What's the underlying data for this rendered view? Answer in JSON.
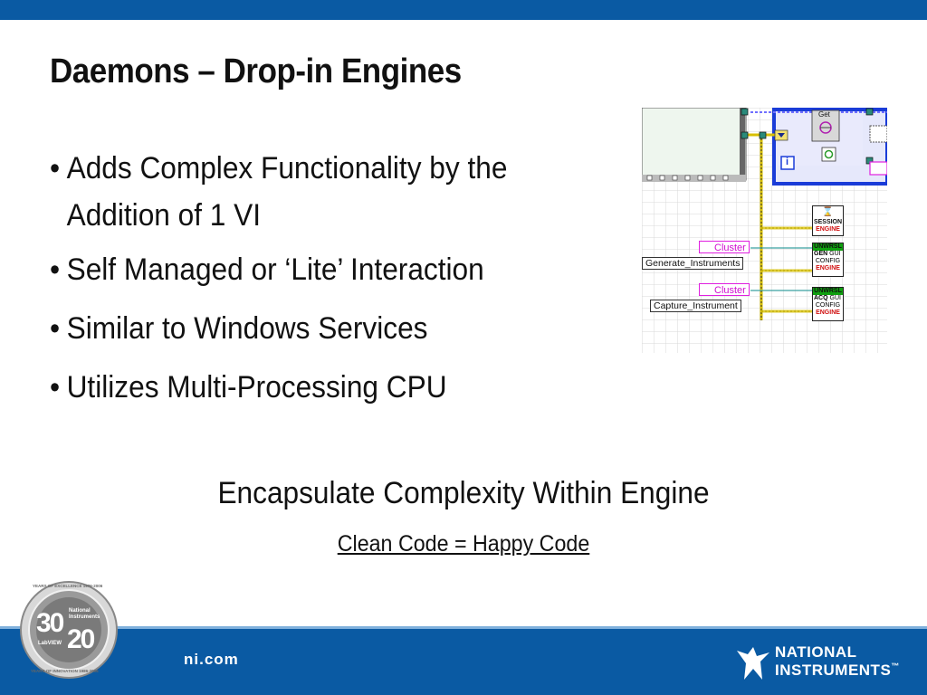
{
  "slide": {
    "title": "Daemons – Drop-in Engines",
    "bullet_glyph": "•",
    "bullets": [
      "Adds Complex Functionality by the Addition of 1 VI",
      "Self Managed or ‘Lite’ Interaction",
      "Similar to Windows Services",
      "Utilizes Multi-Processing CPU"
    ],
    "tagline": "Encapsulate Complexity Within Engine",
    "subline": "Clean Code = Happy Code"
  },
  "diagram": {
    "cluster_label": "Cluster",
    "generate_label": "Generate_Instruments",
    "capture_label": "Capture_Instrument",
    "get_label": "Get",
    "session_label": "SESSION",
    "engine_label": "ENGINE",
    "unwrsl_label": "UNWRSL",
    "gen_label": "GEN",
    "acq_label": "ACQ",
    "gui_label": "GUI",
    "config_label": "CONFIG",
    "info_label": "i"
  },
  "footer": {
    "site": "ni.com",
    "brand_line1": "NATIONAL",
    "brand_line2": "INSTRUMENTS",
    "trademark": "™",
    "badge_big_left": "30",
    "badge_big_right": "20",
    "badge_small1": "National",
    "badge_small2": "Instruments",
    "badge_small3": "LabVIEW",
    "badge_ring_top": "YEARS OF EXCELLENCE 1976-2006",
    "badge_ring_bottom": "YEARS OF INNOVATION 1986-2006"
  },
  "colors": {
    "brand_blue": "#0a5aa3",
    "wire_yellow": "#e0c800",
    "cluster_pink": "#e020e0"
  }
}
